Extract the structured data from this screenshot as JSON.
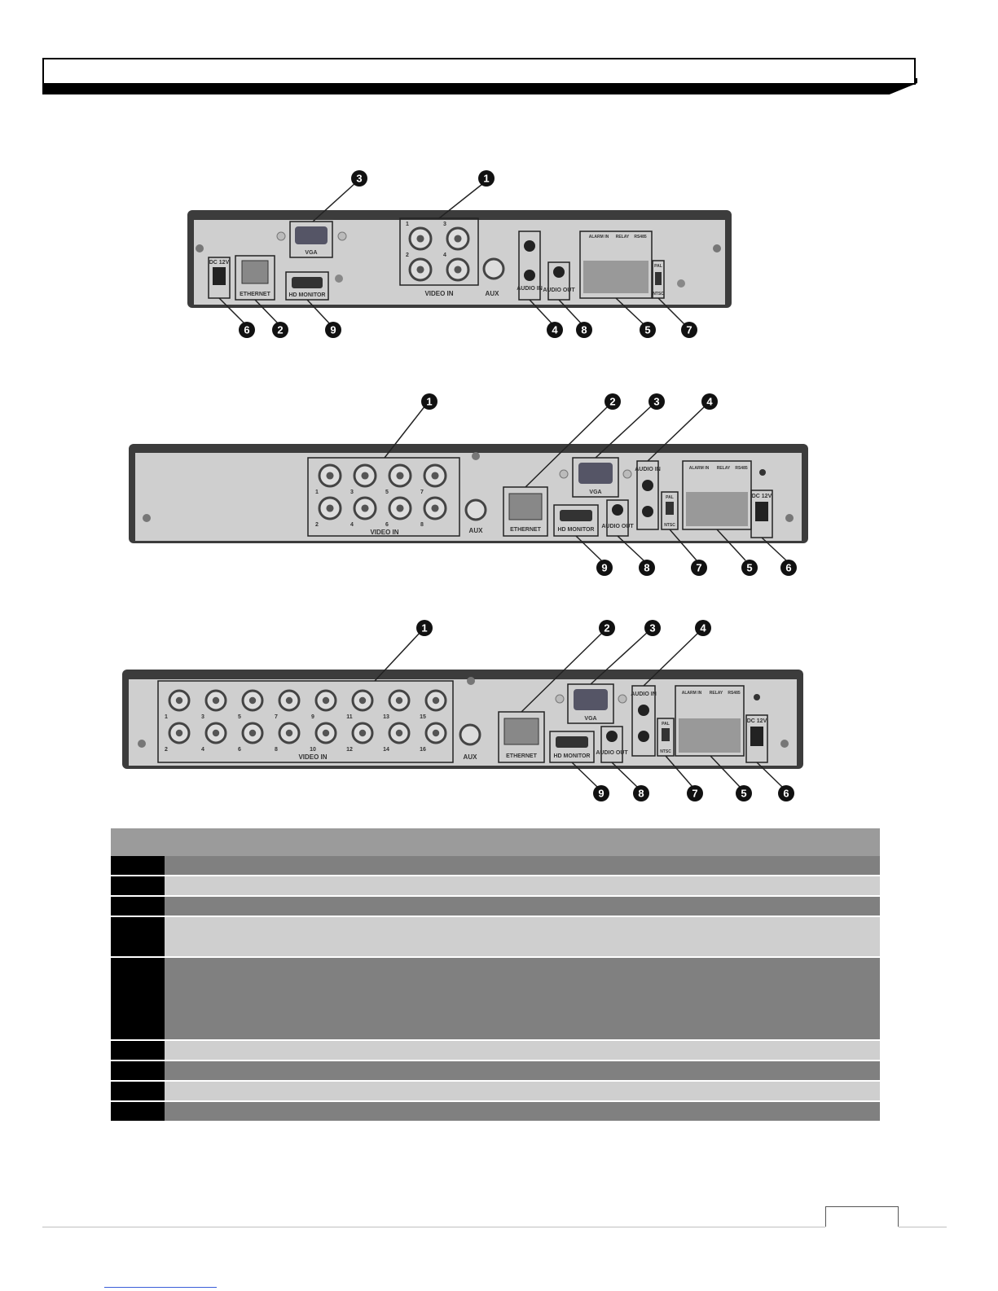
{
  "header": {
    "title": ""
  },
  "panels": [
    {
      "id": "dvr-4ch",
      "labels": {
        "vga": "VGA",
        "video_in": "VIDEO IN",
        "aux": "AUX",
        "audio_in": "AUDIO IN",
        "audio_out": "AUDIO OUT",
        "ethernet": "ETHERNET",
        "hd_monitor": "HD MONITOR",
        "dc": "DC 12V",
        "alarm_in": "ALARM IN",
        "relay": "RELAY",
        "rs485": "RS485",
        "pal": "PAL",
        "ntsc": "NTSC"
      },
      "channel_numbers": [
        "1",
        "3",
        "2",
        "4"
      ],
      "callouts": [
        "3",
        "1",
        "6",
        "2",
        "9",
        "4",
        "8",
        "5",
        "7"
      ]
    },
    {
      "id": "dvr-8ch",
      "labels": {
        "vga": "VGA",
        "video_in": "VIDEO IN",
        "aux": "AUX",
        "audio_in": "AUDIO IN",
        "audio_out": "AUDIO OUT",
        "ethernet": "ETHERNET",
        "hd_monitor": "HD MONITOR",
        "dc": "DC 12V",
        "alarm_in": "ALARM IN",
        "relay": "RELAY",
        "rs485": "RS485",
        "pal": "PAL",
        "ntsc": "NTSC"
      },
      "channel_numbers": [
        "1",
        "3",
        "5",
        "7",
        "2",
        "4",
        "6",
        "8"
      ],
      "callouts": [
        "1",
        "2",
        "3",
        "4",
        "9",
        "8",
        "7",
        "5",
        "6"
      ]
    },
    {
      "id": "dvr-16ch",
      "labels": {
        "vga": "VGA",
        "video_in": "VIDEO IN",
        "aux": "AUX",
        "audio_in": "AUDIO IN",
        "audio_out": "AUDIO OUT",
        "ethernet": "ETHERNET",
        "hd_monitor": "HD MONITOR",
        "dc": "DC 12V",
        "alarm_in": "ALARM IN",
        "relay": "RELAY",
        "rs485": "RS485",
        "pal": "PAL",
        "ntsc": "NTSC"
      },
      "channel_numbers": [
        "1",
        "3",
        "5",
        "7",
        "9",
        "11",
        "13",
        "15",
        "2",
        "4",
        "6",
        "8",
        "10",
        "12",
        "14",
        "16"
      ],
      "callouts": [
        "1",
        "2",
        "3",
        "4",
        "9",
        "8",
        "7",
        "5",
        "6"
      ]
    }
  ],
  "table": {
    "header": "",
    "rows": [
      {
        "num": "",
        "desc": "",
        "shade": "dark",
        "lines": 1
      },
      {
        "num": "",
        "desc": "",
        "shade": "light",
        "lines": 1
      },
      {
        "num": "",
        "desc": "",
        "shade": "dark",
        "lines": 1
      },
      {
        "num": "",
        "desc": "",
        "shade": "light",
        "lines": 2
      },
      {
        "num": "",
        "desc": "",
        "shade": "dark",
        "lines": 4
      },
      {
        "num": "",
        "desc": "",
        "shade": "light",
        "lines": 1
      },
      {
        "num": "",
        "desc": "",
        "shade": "dark",
        "lines": 1
      },
      {
        "num": "",
        "desc": "",
        "shade": "light",
        "lines": 1
      },
      {
        "num": "",
        "desc": "",
        "shade": "dark",
        "lines": 1
      }
    ]
  },
  "footer": {
    "page_number": ""
  }
}
